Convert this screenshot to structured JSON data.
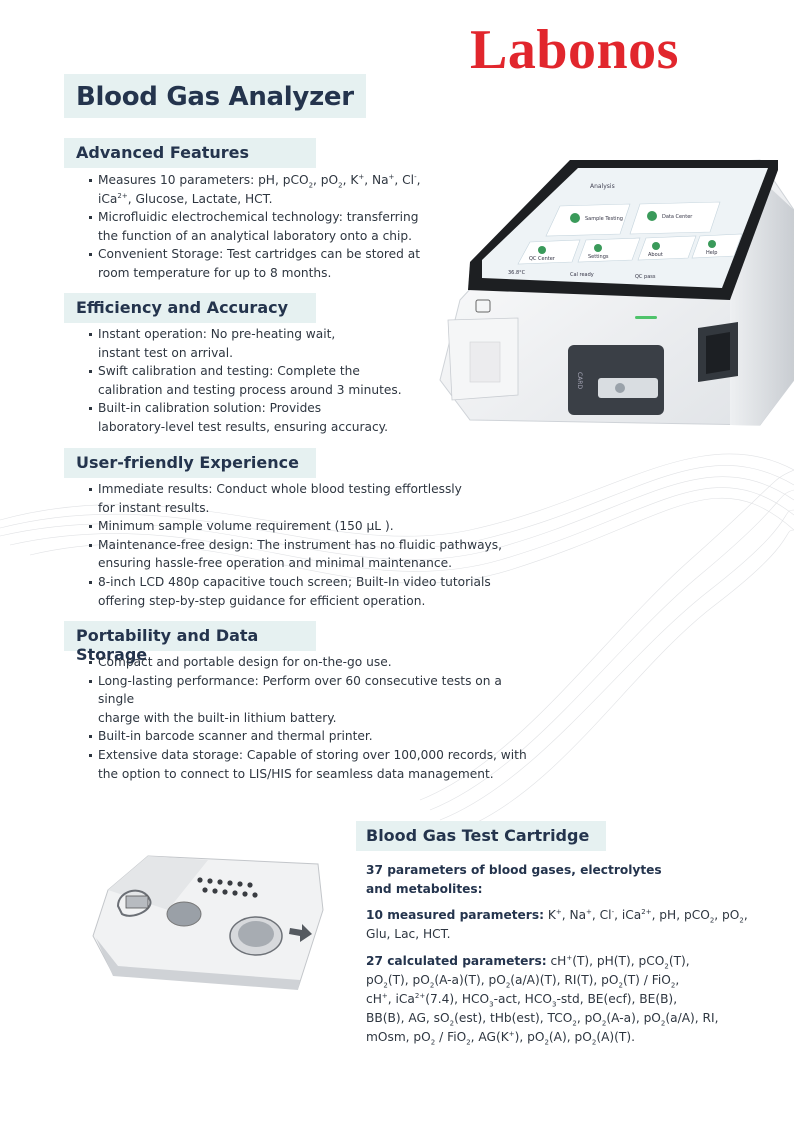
{
  "brand": "Labonos",
  "title": "Blood  Gas Analyzer",
  "sections": [
    {
      "heading": "Advanced Features",
      "items": [
        [
          "Measures 10 parameters: pH, pCO",
          "2",
          ", pO",
          "2",
          ", K",
          "+",
          ", Na",
          "+",
          ", Cl",
          "-",
          ",",
          "br",
          "iCa",
          "2+",
          ", Glucose, Lactate, HCT."
        ],
        [
          "Microfluidic electrochemical technology: transferring",
          "br",
          "the function of an analytical laboratory onto a chip."
        ],
        [
          "Convenient Storage: Test cartridges can be stored at",
          "br",
          "room temperature for up to 8 months."
        ]
      ]
    },
    {
      "heading": "Efficiency and Accuracy",
      "items": [
        [
          "Instant operation: No pre-heating wait,",
          "br",
          "instant test on arrival."
        ],
        [
          "Swift calibration and testing: Complete the",
          "br",
          "calibration and testing process around 3 minutes."
        ],
        [
          "Built-in calibration solution: Provides",
          "br",
          "laboratory-level test results, ensuring accuracy."
        ]
      ]
    },
    {
      "heading": "User-friendly Experience",
      "items": [
        [
          "Immediate results: Conduct whole blood testing effortlessly",
          "br",
          "for instant results."
        ],
        [
          "Minimum sample volume requirement (150 μL )."
        ],
        [
          "Maintenance-free design: The instrument has no fluidic pathways,",
          "br",
          "ensuring hassle-free operation and minimal maintenance."
        ],
        [
          "8-inch LCD 480p capacitive touch screen; Built-In video tutorials",
          "br",
          "offering step-by-step guidance for efficient operation."
        ]
      ]
    },
    {
      "heading": "Portability and Data Storage",
      "items": [
        [
          "Compact and portable design for on-the-go use."
        ],
        [
          "Long-lasting performance: Perform over 60 consecutive tests on a single",
          "br",
          "charge with the built-in lithium battery."
        ],
        [
          "Built-in barcode scanner and thermal printer."
        ],
        [
          "Extensive data storage: Capable of storing over 100,000 records, with",
          "br",
          "the option to connect to LIS/HIS for seamless data management."
        ]
      ]
    }
  ],
  "cartridge": {
    "heading": "Blood Gas Test Cartridge",
    "intro_line1": "37 parameters of blood gases, electrolytes",
    "intro_line2": "and metabolites:",
    "measured_label": "10 measured parameters:",
    "calculated_label": "27 calculated parameters:"
  },
  "screen": {
    "header_label": "Analysis",
    "menu_sample": "Sample Testing",
    "menu_data": "Data Center",
    "menu_qc": "QC Center",
    "menu_settings": "Settings",
    "menu_about": "About",
    "menu_help": "Help",
    "status_temp": "36.8°C",
    "status_cal": "Cal ready",
    "status_qc": "QC pass"
  },
  "card_slot_label": "CARD",
  "colors": {
    "brand_red": "#e1262d",
    "heading_navy": "#24344d",
    "heading_bg": "#e6f1f1",
    "body_text": "#2e3640"
  }
}
